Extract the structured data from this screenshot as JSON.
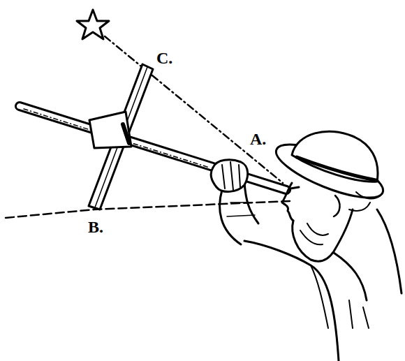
{
  "diagram": {
    "labels": [
      "C.",
      "A.",
      "B."
    ]
  }
}
